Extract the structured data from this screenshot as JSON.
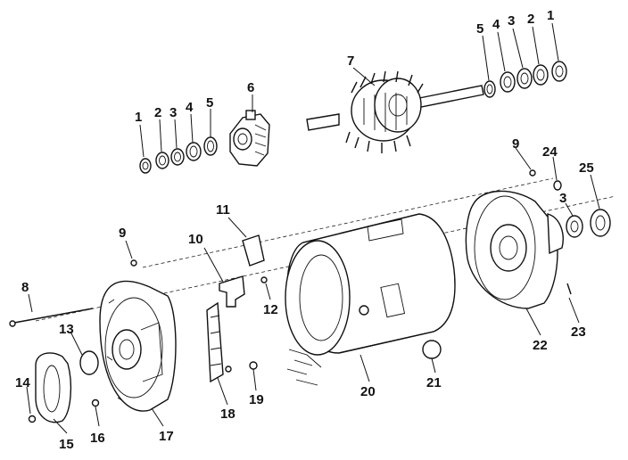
{
  "callouts": [
    "1",
    "2",
    "3",
    "4",
    "5",
    "6",
    "7",
    "8",
    "9",
    "10",
    "11",
    "12",
    "13",
    "14",
    "15",
    "16",
    "17",
    "18",
    "19",
    "20",
    "21",
    "22",
    "23",
    "24",
    "25"
  ],
  "callouts_right_shaft_rings": [
    "5",
    "4",
    "3",
    "2",
    "1"
  ],
  "callouts_left_shaft_rings": [
    "1",
    "2",
    "3",
    "4",
    "5"
  ],
  "callouts_right_top": [
    "9",
    "24",
    "25",
    "3"
  ],
  "colors": {
    "ink": "#111111",
    "paper": "#ffffff"
  }
}
